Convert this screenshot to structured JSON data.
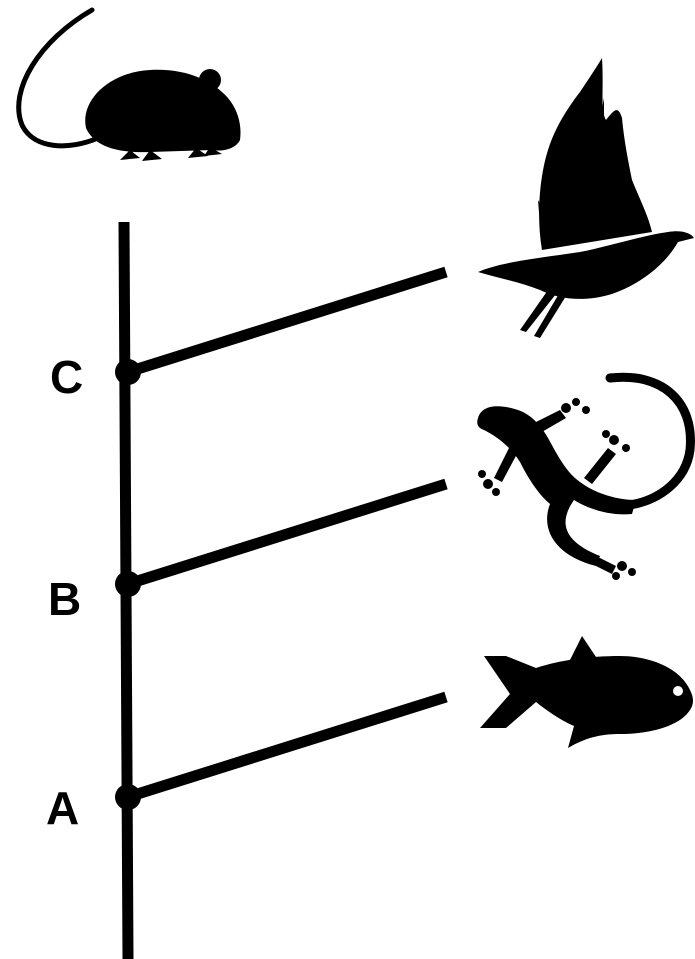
{
  "diagram": {
    "type": "cladogram",
    "ink_color": "#000000",
    "background_color": "#ffffff",
    "nodes": [
      {
        "label": "A",
        "branch_to": "fish"
      },
      {
        "label": "B",
        "branch_to": "lizard"
      },
      {
        "label": "C",
        "branch_to": "bird"
      }
    ],
    "trunk_tip": "mouse",
    "icons": [
      "mouse-icon",
      "bird-icon",
      "lizard-icon",
      "fish-icon"
    ]
  }
}
